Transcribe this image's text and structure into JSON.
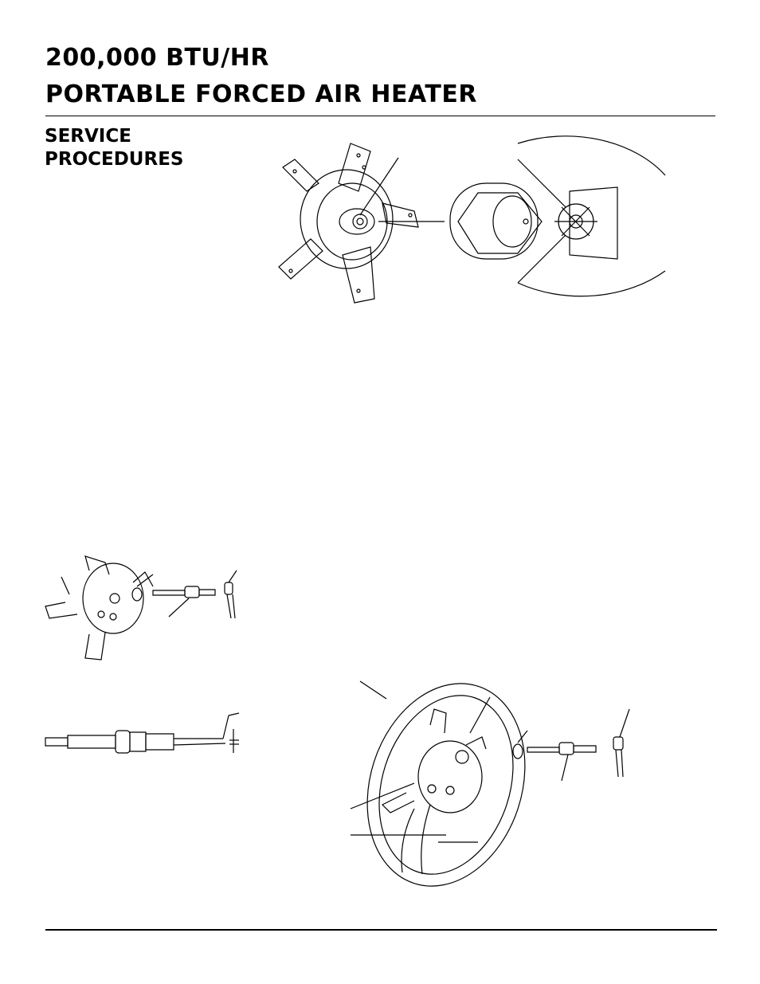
{
  "header": {
    "title_line1": "200,000 BTU/HR",
    "title_line2": "PORTABLE FORCED AIR HEATER"
  },
  "section": {
    "heading_line1": "SERVICE",
    "heading_line2": "PROCEDURES"
  }
}
